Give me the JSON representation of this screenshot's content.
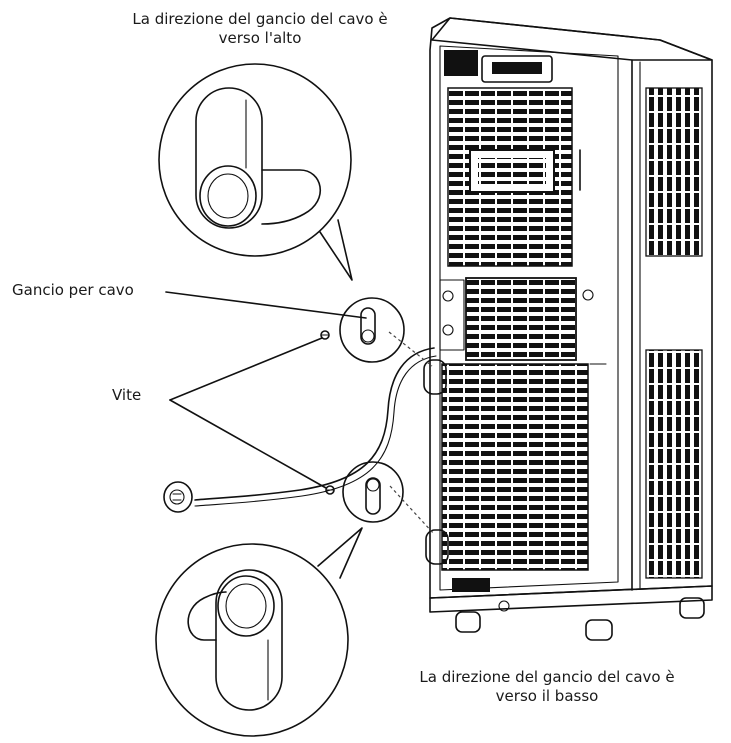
{
  "labels": {
    "hook_up_line1": "La direzione del gancio del cavo è",
    "hook_up_line2": "verso l'alto",
    "cable_hook": "Gancio per cavo",
    "screw": "Vite",
    "hook_down_line1": "La direzione del gancio del cavo è",
    "hook_down_line2": "verso il basso"
  },
  "colors": {
    "line": "#111111",
    "background": "#ffffff",
    "text": "#1a1a1a"
  }
}
